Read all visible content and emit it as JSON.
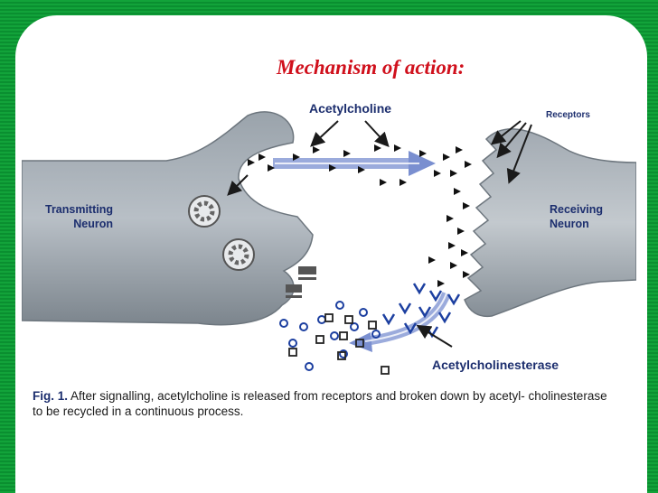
{
  "slide": {
    "title": "Mechanism of action:",
    "background_color": "#12a33a",
    "title_color": "#d0101c"
  },
  "figure": {
    "labels": {
      "acetylcholine": "Acetylcholine",
      "receptors": "Receptors",
      "transmitting_neuron": [
        "Transmitting",
        "Neuron"
      ],
      "receiving_neuron": [
        "Receiving",
        "Neuron"
      ],
      "acetylcholinesterase": "Acetylcholinesterase"
    },
    "caption": {
      "fig_label": "Fig. 1.",
      "text": " After signalling, acetylcholine is released from receptors and broken down by acetyl- cholinesterase to be recycled in a continuous process."
    },
    "colors": {
      "neuron": "#8e979f",
      "label": "#1c2e6e",
      "arrow": "#7a8fd0"
    }
  }
}
